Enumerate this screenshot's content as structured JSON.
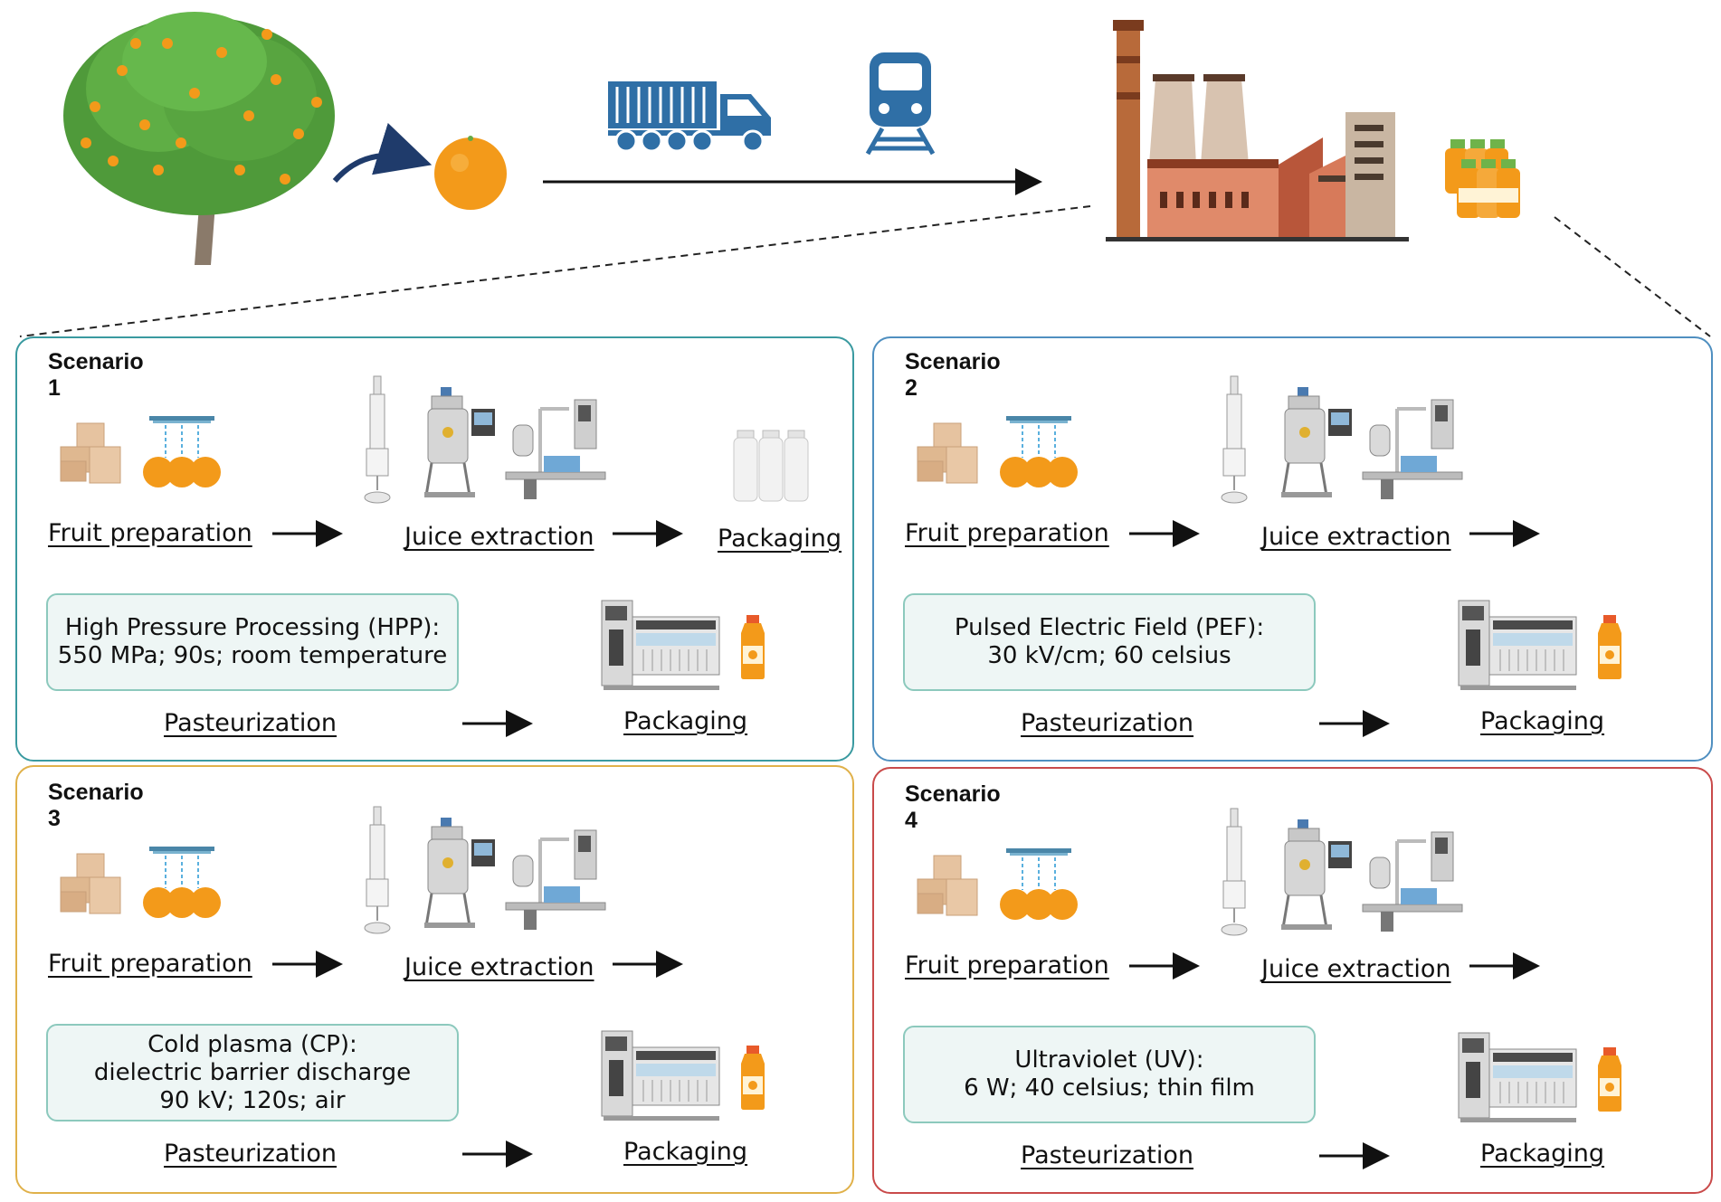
{
  "colors": {
    "panel1_border": "#3a9aa0",
    "panel2_border": "#4f8fc0",
    "panel3_border": "#e0b14a",
    "panel4_border": "#c94a4a",
    "orange": "#f39a1a",
    "transport_blue": "#2f6fa6",
    "process_box_fill": "#eef6f5",
    "process_box_border": "#8cc9bd"
  },
  "icons": [
    "orange-tree-icon",
    "orange-fruit-icon",
    "truck-icon",
    "train-icon",
    "factory-icon",
    "juice-bottles-icon",
    "boxes-icon",
    "washing-icon",
    "extraction-equipment-icon",
    "packaging-bottles-icon",
    "pasteurizer-machine-icon",
    "juice-bottle-icon"
  ],
  "scenarios": [
    {
      "title": "Scenario 1",
      "fruit_prep": "Fruit preparation",
      "juice_extraction": "Juice extraction",
      "packaging_top": "Packaging",
      "process_line1": "High Pressure Processing (HPP):",
      "process_line2": "550 MPa; 90s; room temperature",
      "process_line3": "",
      "pasteurization": "Pasteurization",
      "packaging": "Packaging"
    },
    {
      "title": "Scenario 2",
      "fruit_prep": "Fruit preparation",
      "juice_extraction": "Juice extraction",
      "process_line1": "Pulsed Electric Field (PEF):",
      "process_line2": "30 kV/cm; 60 celsius",
      "process_line3": "",
      "pasteurization": "Pasteurization",
      "packaging": "Packaging"
    },
    {
      "title": "Scenario 3",
      "fruit_prep": "Fruit preparation",
      "juice_extraction": "Juice extraction",
      "process_line1": "Cold plasma (CP):",
      "process_line2": "dielectric barrier discharge",
      "process_line3": "90 kV; 120s; air",
      "pasteurization": "Pasteurization",
      "packaging": "Packaging"
    },
    {
      "title": "Scenario 4",
      "fruit_prep": "Fruit preparation",
      "juice_extraction": "Juice extraction",
      "process_line1": "Ultraviolet (UV):",
      "process_line2": "6 W; 40 celsius; thin film",
      "process_line3": "",
      "pasteurization": "Pasteurization",
      "packaging": "Packaging"
    }
  ]
}
